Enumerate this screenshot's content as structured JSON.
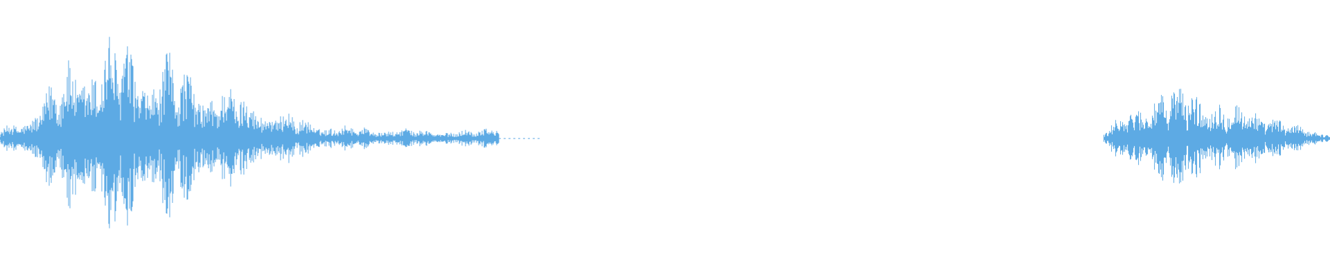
{
  "waveform": {
    "color": "#5DAAE4",
    "background": "#FFFFFF",
    "segments": [
      {
        "name": "segment-1",
        "start_fraction": 0.0,
        "end_fraction": 0.375,
        "envelope": [
          0.1,
          0.14,
          0.22,
          0.38,
          0.52,
          0.68,
          0.8,
          0.96,
          0.9,
          1.0,
          0.88,
          0.82,
          0.76,
          0.8,
          0.7,
          0.64,
          0.6,
          0.54,
          0.5,
          0.44,
          0.4,
          0.34,
          0.28,
          0.22,
          0.18,
          0.16,
          0.14,
          0.12,
          0.12,
          0.1,
          0.1,
          0.1,
          0.09,
          0.09,
          0.08,
          0.08,
          0.08,
          0.08,
          0.12,
          0.14
        ]
      },
      {
        "name": "tail-dots",
        "start_fraction": 0.375,
        "end_fraction": 0.405,
        "envelope": [
          0.01,
          0.01,
          0.01,
          0.01,
          0.01,
          0.01
        ]
      },
      {
        "name": "segment-2",
        "start_fraction": 0.83,
        "end_fraction": 1.0,
        "envelope": [
          0.06,
          0.18,
          0.22,
          0.36,
          0.4,
          0.46,
          0.5,
          0.48,
          0.52,
          0.56,
          0.5,
          0.44,
          0.38,
          0.34,
          0.32,
          0.36,
          0.3,
          0.26,
          0.2,
          0.14,
          0.12,
          0.1,
          0.08,
          0.06
        ]
      }
    ]
  }
}
